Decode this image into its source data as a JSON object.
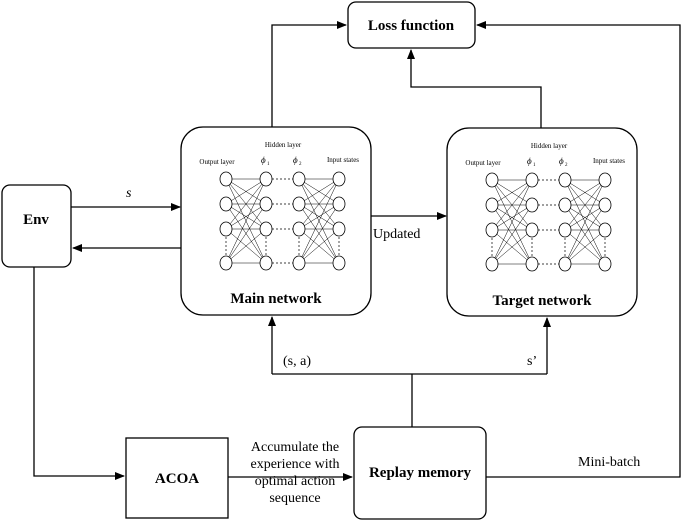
{
  "boxes": {
    "loss": "Loss function",
    "env": "Env",
    "main": "Main network",
    "target": "Target network",
    "acoa": "ACOA",
    "replay": "Replay memory"
  },
  "labels": {
    "s": "s",
    "updated": "Updated",
    "sa": "(s, a)",
    "s_prime": "s’",
    "minibatch": "Mini-batch",
    "accumulate_1": "Accumulate the",
    "accumulate_2": "experience with",
    "accumulate_3": "optimal action",
    "accumulate_4": "sequence"
  },
  "network": {
    "output_layer": "Output layer",
    "hidden_layer": "Hidden layer",
    "input_states": "Input states",
    "phi_1": "ϕ",
    "phi_1_sub": "1",
    "phi_2": "ϕ",
    "phi_2_sub": "2"
  }
}
